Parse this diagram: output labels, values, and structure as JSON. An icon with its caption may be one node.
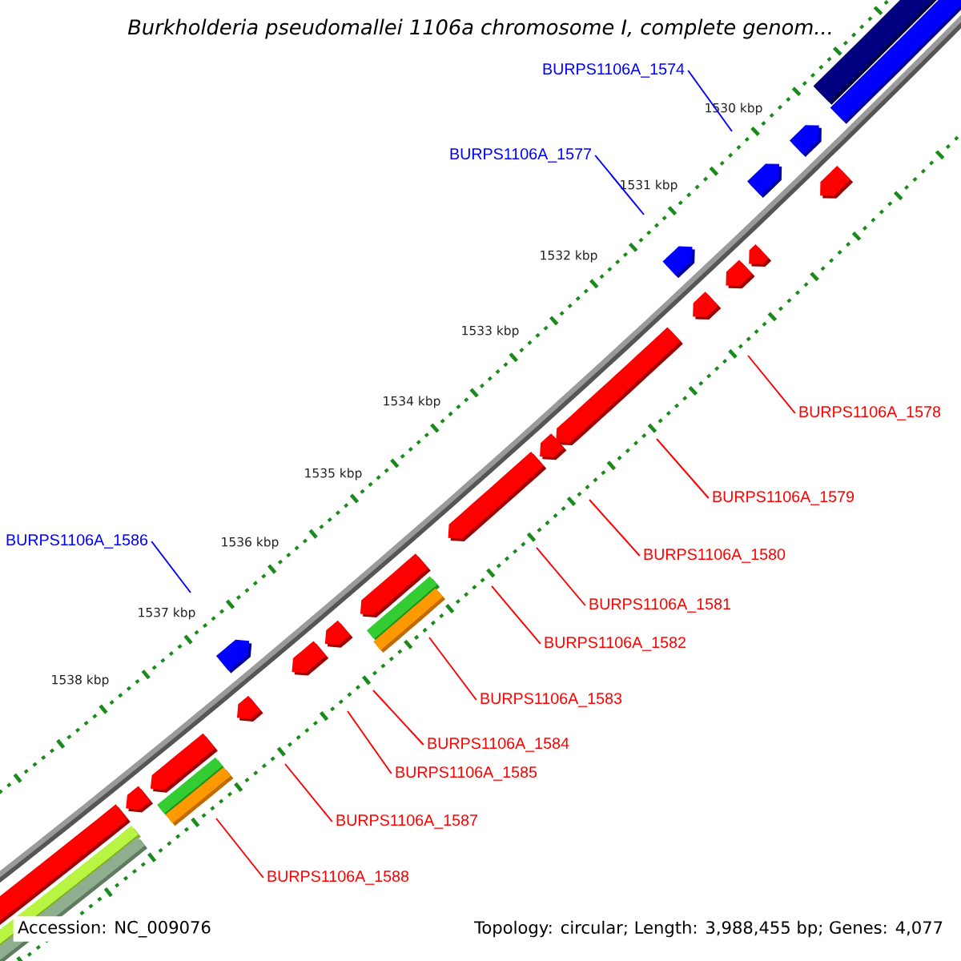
{
  "diagram": {
    "title": "Burkholderia pseudomallei 1106a chromosome I, complete genom...",
    "nodes": [
      {
        "text": [
          "BURPS1106A_1574"
        ]
      },
      {
        "text": [
          "BURPS1106A_1577"
        ]
      },
      {
        "text": [
          "BURPS1106A_1578"
        ]
      },
      {
        "text": [
          "BURPS1106A_1579"
        ]
      },
      {
        "text": [
          "BURPS1106A_1586"
        ]
      },
      {
        "text": [
          "BURPS1106A_1580"
        ]
      },
      {
        "text": [
          "BURPS1106A_1581"
        ]
      },
      {
        "text": [
          "BURPS1106A_1582"
        ]
      },
      {
        "text": [
          "BURPS1106A_1583"
        ]
      },
      {
        "text": [
          "BURPS1106A_1584"
        ]
      },
      {
        "text": [
          "BURPS1106A_1585"
        ]
      },
      {
        "text": [
          "BURPS1106A_1587"
        ]
      },
      {
        "text": [
          "BURPS1106A_1588"
        ]
      }
    ],
    "edges": [
      {
        "from": 0,
        "to": null,
        "arrow": "none",
        "color": "#0000ff"
      },
      {
        "from": 1,
        "to": null,
        "arrow": "none",
        "color": "#0000ff"
      },
      {
        "from": 2,
        "to": null,
        "arrow": "none"
      },
      {
        "from": 3,
        "to": null,
        "arrow": "none"
      },
      {
        "from": 4,
        "to": null,
        "arrow": "none",
        "color": "#0000ff"
      },
      {
        "from": 5,
        "to": null,
        "arrow": "none"
      },
      {
        "from": 6,
        "to": null,
        "arrow": "none"
      },
      {
        "from": 7,
        "to": null,
        "arrow": "none"
      },
      {
        "from": 8,
        "to": null,
        "arrow": "none"
      },
      {
        "from": 9,
        "to": null,
        "arrow": "none"
      },
      {
        "from": 10,
        "to": null,
        "arrow": "none"
      },
      {
        "from": 11,
        "to": null,
        "arrow": "none"
      },
      {
        "from": 12,
        "to": null,
        "arrow": "none"
      }
    ],
    "labels": [
      "1530 kbp",
      "1531 kbp",
      "1532 kbp",
      "1533 kbp",
      "1534 kbp",
      "1535 kbp",
      "1536 kbp",
      "1537 kbp",
      "1538 kbp",
      "Accession: NC_009076",
      "Topology: circular; Length: 3,988,455 bp; Genes: 4,077"
    ]
  }
}
